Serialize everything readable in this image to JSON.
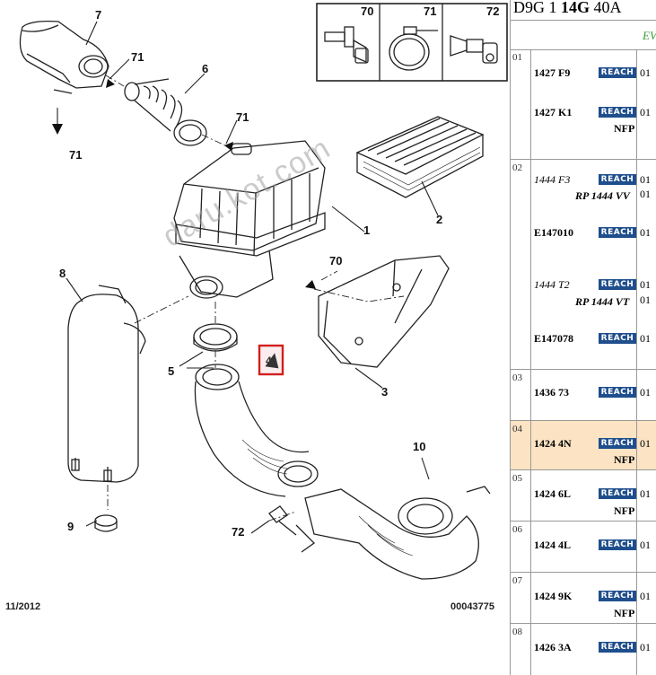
{
  "diagram": {
    "callouts": [
      "7",
      "71",
      "6",
      "71",
      "71",
      "1",
      "2",
      "8",
      "70",
      "5",
      "3",
      "4",
      "10",
      "9",
      "72"
    ],
    "inset_labels": [
      "70",
      "71",
      "72"
    ],
    "date": "11/2012",
    "reference": "00043775",
    "watermark": "daru.kot.com",
    "highlight_color": "#d21f1f"
  },
  "header": {
    "model_a": "D9G 1 ",
    "model_b": "14G",
    "model_c": " 40A",
    "subheader": "EV"
  },
  "badge_label": "REACH",
  "rows": [
    {
      "index": "01",
      "entries": [
        {
          "ref": "1427 F9",
          "style": "bold",
          "badge": true,
          "qty": "01"
        },
        {
          "ref": "1427 K1",
          "style": "bold",
          "badge": true,
          "qty": "01",
          "note": "NFP"
        }
      ]
    },
    {
      "index": "02",
      "entries": [
        {
          "ref": "1444 F3",
          "style": "italic",
          "badge": true,
          "qty": "01"
        },
        {
          "ref": "RP 1444 VV",
          "style": "italic-bold",
          "badge": false,
          "qty": "01"
        },
        {
          "ref": "E147010",
          "style": "bold",
          "badge": true,
          "qty": "01"
        },
        {
          "ref": "1444 T2",
          "style": "italic",
          "badge": true,
          "qty": "01"
        },
        {
          "ref": "RP 1444 VT",
          "style": "italic-bold",
          "badge": false,
          "qty": "01"
        },
        {
          "ref": "E147078",
          "style": "bold",
          "badge": true,
          "qty": "01"
        }
      ]
    },
    {
      "index": "03",
      "entries": [
        {
          "ref": "1436 73",
          "style": "bold",
          "badge": true,
          "qty": "01"
        }
      ]
    },
    {
      "index": "04",
      "selected": true,
      "entries": [
        {
          "ref": "1424 4N",
          "style": "bold",
          "badge": true,
          "qty": "01",
          "note": "NFP"
        }
      ]
    },
    {
      "index": "05",
      "entries": [
        {
          "ref": "1424 6L",
          "style": "bold",
          "badge": true,
          "qty": "01",
          "note": "NFP"
        }
      ]
    },
    {
      "index": "06",
      "entries": [
        {
          "ref": "1424 4L",
          "style": "bold",
          "badge": true,
          "qty": "01"
        }
      ]
    },
    {
      "index": "07",
      "entries": [
        {
          "ref": "1424 9K",
          "style": "bold",
          "badge": true,
          "qty": "01",
          "note": "NFP"
        }
      ]
    },
    {
      "index": "08",
      "entries": [
        {
          "ref": "1426 3A",
          "style": "bold",
          "badge": true,
          "qty": "01"
        }
      ]
    }
  ]
}
